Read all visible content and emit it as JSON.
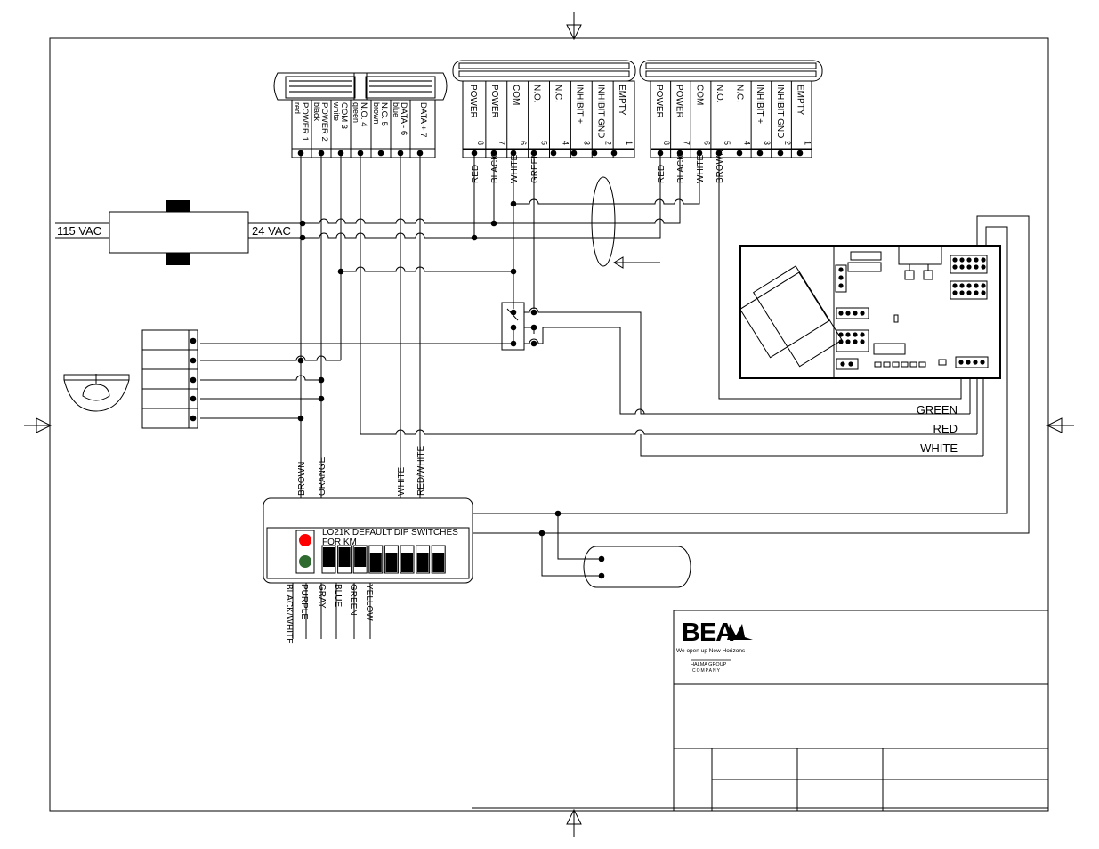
{
  "power": {
    "input_label": "115 VAC",
    "output_label": "24  VAC"
  },
  "connector_left": {
    "labels": [
      "POWER 1",
      "POWER 2",
      "COM 3",
      "N.O. 4",
      "N.C. 5",
      "DATA - 6",
      "DATA + 7"
    ],
    "colors": [
      "red",
      "black",
      "white",
      "green",
      "brown",
      "blue",
      ""
    ]
  },
  "connector_mid": {
    "labels": [
      "POWER",
      "POWER",
      "COM",
      "N.O.",
      "N.C.",
      "INHIBIT +",
      "INHIBIT GND",
      "EMPTY"
    ],
    "pins": [
      "8",
      "7",
      "6",
      "5",
      "4",
      "3",
      "2",
      "1"
    ],
    "wires": [
      "RED",
      "BLACK",
      "WHITE",
      "GREEN"
    ]
  },
  "connector_right": {
    "labels": [
      "POWER",
      "POWER",
      "COM",
      "N.O.",
      "N.C.",
      "INHIBIT +",
      "INHIBIT GND",
      "EMPTY"
    ],
    "pins": [
      "8",
      "7",
      "6",
      "5",
      "4",
      "3",
      "2",
      "1"
    ],
    "wires": [
      "RED",
      "BLACK",
      "WHITE",
      "BROWN"
    ]
  },
  "controller_wires": [
    "GREEN",
    "RED",
    "WHITE"
  ],
  "lo21k": {
    "top_wires": [
      "BROWN",
      "ORANGE",
      "WHITE",
      "RED/WHITE"
    ],
    "title": "LO21K DEFAULT DIP SWITCHES",
    "subtitle": "FOR KM",
    "bottom_wires": [
      "BLACK/WHITE",
      "PURPLE",
      "GRAY",
      "BLUE",
      "GREEN",
      "YELLOW"
    ],
    "dip_down": [
      true,
      true,
      true,
      false,
      false,
      false,
      false,
      false
    ]
  },
  "logo": {
    "brand": "BEA",
    "tagline": "We open up New Horizons",
    "group_line1": "HALMA GROUP",
    "group_line2": "COMPANY"
  },
  "colors": {
    "lamp_red": "#ff0000",
    "lamp_green": "#2f6a2f",
    "ink": "#000000"
  }
}
